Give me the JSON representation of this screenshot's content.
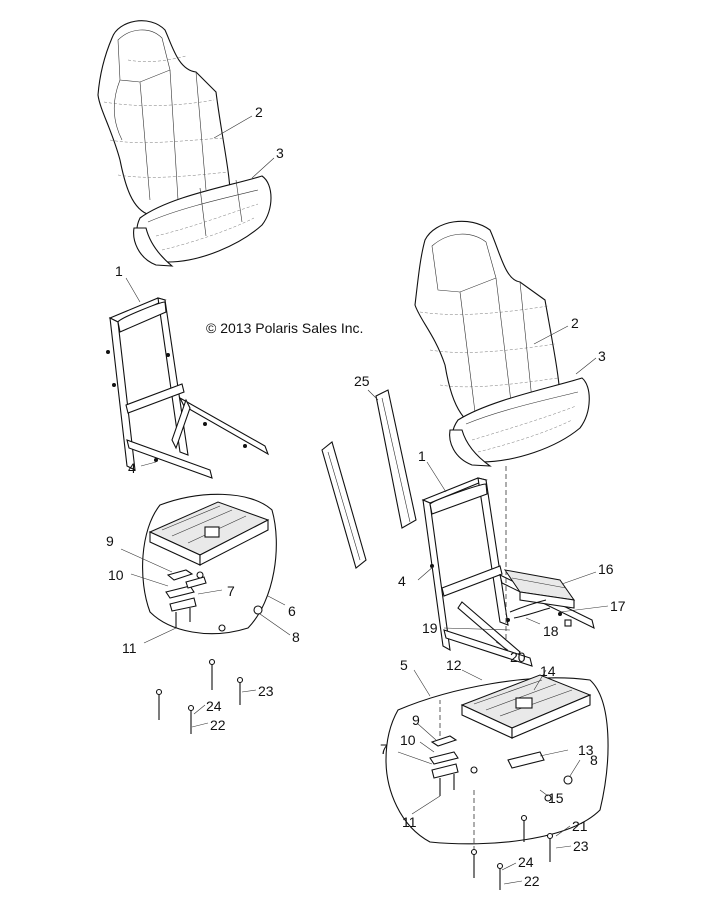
{
  "copyright": "© 2013 Polaris Sales Inc.",
  "callouts": [
    {
      "id": "c-left-2",
      "text": "2"
    },
    {
      "id": "c-left-3",
      "text": "3"
    },
    {
      "id": "c-left-1",
      "text": "1"
    },
    {
      "id": "c-left-4",
      "text": "4"
    },
    {
      "id": "c-left-9",
      "text": "9"
    },
    {
      "id": "c-left-10",
      "text": "10"
    },
    {
      "id": "c-left-7",
      "text": "7"
    },
    {
      "id": "c-left-6",
      "text": "6"
    },
    {
      "id": "c-left-8",
      "text": "8"
    },
    {
      "id": "c-left-11",
      "text": "11"
    },
    {
      "id": "c-left-23",
      "text": "23"
    },
    {
      "id": "c-left-24",
      "text": "24"
    },
    {
      "id": "c-left-22",
      "text": "22"
    },
    {
      "id": "c-right-2",
      "text": "2"
    },
    {
      "id": "c-right-3",
      "text": "3"
    },
    {
      "id": "c-right-25",
      "text": "25"
    },
    {
      "id": "c-right-1",
      "text": "1"
    },
    {
      "id": "c-right-4",
      "text": "4"
    },
    {
      "id": "c-right-16",
      "text": "16"
    },
    {
      "id": "c-right-17",
      "text": "17"
    },
    {
      "id": "c-right-18",
      "text": "18"
    },
    {
      "id": "c-right-19",
      "text": "19"
    },
    {
      "id": "c-right-20",
      "text": "20"
    },
    {
      "id": "c-right-5",
      "text": "5"
    },
    {
      "id": "c-right-12",
      "text": "12"
    },
    {
      "id": "c-right-14",
      "text": "14"
    },
    {
      "id": "c-right-9",
      "text": "9"
    },
    {
      "id": "c-right-10",
      "text": "10"
    },
    {
      "id": "c-right-7",
      "text": "7"
    },
    {
      "id": "c-right-13",
      "text": "13"
    },
    {
      "id": "c-right-8",
      "text": "8"
    },
    {
      "id": "c-right-15",
      "text": "15"
    },
    {
      "id": "c-right-11",
      "text": "11"
    },
    {
      "id": "c-right-21",
      "text": "21"
    },
    {
      "id": "c-right-23",
      "text": "23"
    },
    {
      "id": "c-right-24",
      "text": "24"
    },
    {
      "id": "c-right-22",
      "text": "22"
    }
  ]
}
